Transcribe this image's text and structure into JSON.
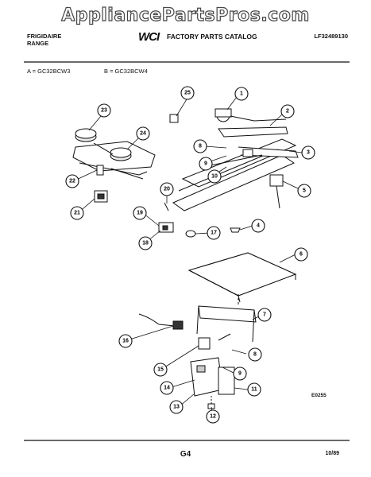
{
  "watermark": "AppliancePartsPros.com",
  "header": {
    "brand_line1": "FRIGIDAIRE",
    "brand_line2": "RANGE",
    "logo": "WCI",
    "catalog_title": "FACTORY PARTS CATALOG",
    "doc_number": "LF32489130",
    "variant_a": "A = GC32BCW3",
    "variant_b": "B = GC32BCW4"
  },
  "diagram": {
    "code": "E0255",
    "callouts": [
      "1",
      "2",
      "3",
      "4",
      "5",
      "6",
      "7",
      "8",
      "9",
      "10",
      "11",
      "12",
      "13",
      "14",
      "15",
      "16",
      "17",
      "18",
      "19",
      "20",
      "21",
      "22",
      "23",
      "24",
      "25",
      "8",
      "9"
    ]
  },
  "footer": {
    "page": "G4",
    "date": "10/89"
  }
}
